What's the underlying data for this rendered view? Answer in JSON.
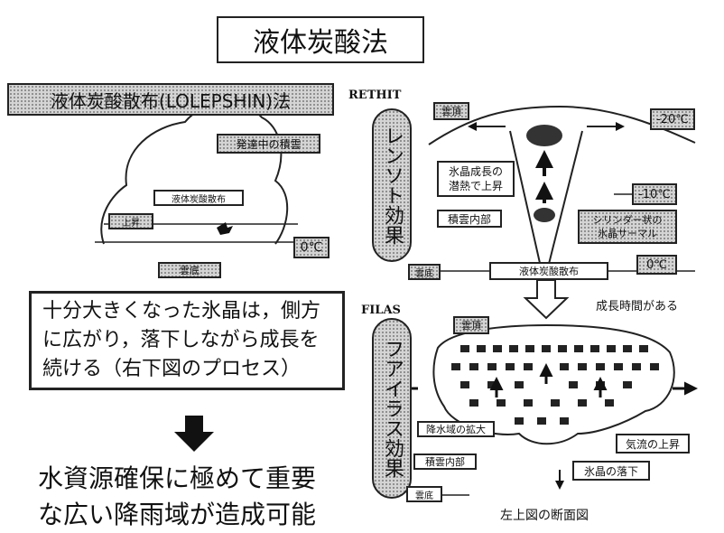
{
  "title": "液体炭酸法",
  "left": {
    "subtitle": "液体炭酸散布(LOLEPSHIN)法",
    "cloud_label": "発達中の積雲",
    "spray_label": "液体炭酸散布",
    "updraft_label": "上昇",
    "temp_zero": "0℃",
    "ground_label": "雲底",
    "explanation": [
      "十分大きくなった氷晶は，側方",
      "に広がり，落下しながら成長を",
      "続ける（右下図のプロセス）"
    ],
    "conclusion": [
      "水資源確保に極めて重要",
      "な広い降雨域が造成可能"
    ]
  },
  "right_top": {
    "tag": "RETHIT",
    "vertical_label": "レンソト効果",
    "cloud_top": "雲頂",
    "temp_top": "-20℃",
    "temp_mid": "-10℃",
    "temp_bottom": "0℃",
    "growth_label": [
      "氷晶成長の",
      "潜熱で上昇"
    ],
    "inner_label": "積雲内部",
    "cylinder_label": [
      "シリンダー状の",
      "氷晶サーマル"
    ],
    "base_label": "雲底",
    "spray_label": "液体炭酸散布",
    "note": "成長時間がある"
  },
  "right_bottom": {
    "tag": "FILAS",
    "vertical_label": "フアイラス効果",
    "cloud_top": "雲頂",
    "spread_label": "降水域の拡大",
    "inner_label": "積雲内部",
    "updraft_label": "気流の上昇",
    "fall_label": "氷晶の落下",
    "base_label": "雲底",
    "caption": "左上図の断面図"
  }
}
